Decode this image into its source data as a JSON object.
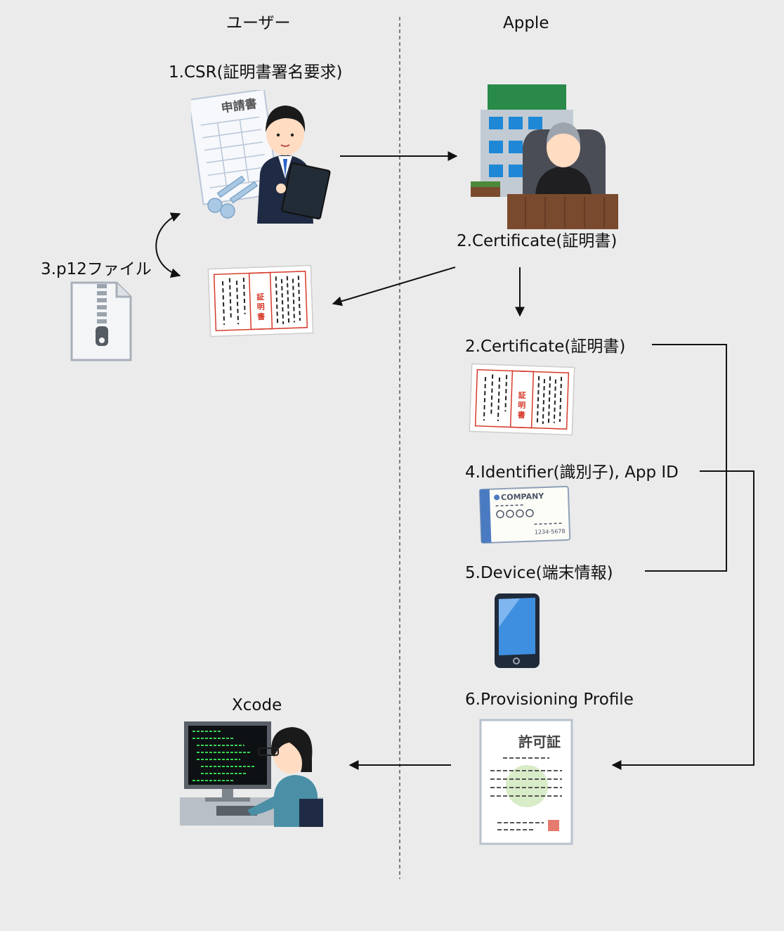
{
  "columns": {
    "user": "ユーザー",
    "apple": "Apple"
  },
  "steps": {
    "csr": "1.CSR(証明書署名要求)",
    "certificate_issued": "2.Certificate(証明書)",
    "p12": "3.p12ファイル",
    "certificate": "2.Certificate(証明書)",
    "identifier": "4.Identifier(識別子), App ID",
    "device": "5.Device(端末情報)",
    "profile": "6.Provisioning Profile",
    "xcode": "Xcode"
  },
  "illustration_text": {
    "application_form": "申請書",
    "certificate_seal": "証明書",
    "id_card_company": "COMPANY",
    "id_card_number": "1234-5678",
    "permit_title": "許可証"
  },
  "colors": {
    "background": "#ebebeb",
    "line": "#111111",
    "building_roof": "#2a8a4a",
    "window": "#1e88d6",
    "desk": "#7a4a2e",
    "seal_red": "#d63a2a",
    "terminal_text": "#39d353",
    "phone_screen": "#3f8fe0"
  },
  "icons": [
    "man-with-clipboard-icon",
    "judge-at-building-icon",
    "certificate-document-icon",
    "zip-file-icon",
    "id-card-icon",
    "smartphone-icon",
    "permit-document-icon",
    "programmer-at-computer-icon",
    "key-icon"
  ]
}
